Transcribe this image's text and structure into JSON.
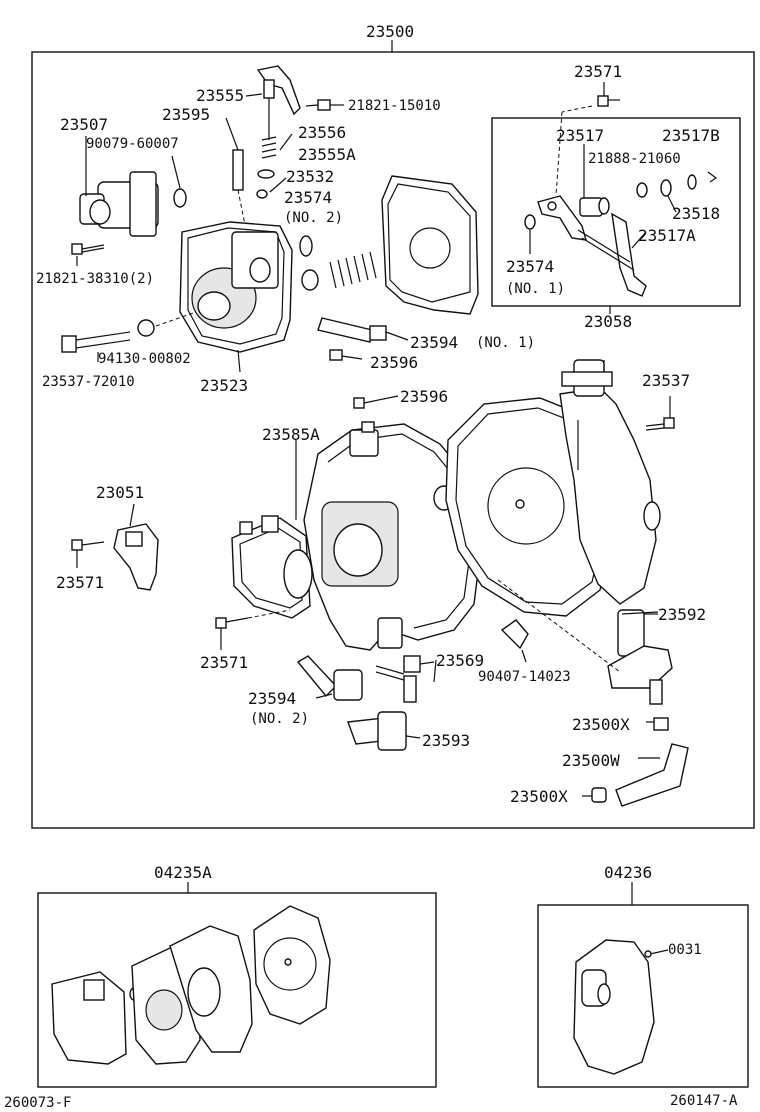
{
  "labels": {
    "main_assembly": "23500",
    "kit_left": "04235A",
    "kit_right": "04236",
    "sub_assembly": "23058",
    "footer_left": "260073-F",
    "footer_right": "260147-A",
    "p23571_top": "23571",
    "p23517": "23517",
    "p23517b": "23517B",
    "p21888_21060": "21888-21060",
    "p23518": "23518",
    "p23517a": "23517A",
    "p23574_no1": "23574",
    "no1": "(NO. 1)",
    "p23555": "23555",
    "p21821_15010": "21821-15010",
    "p23595": "23595",
    "p23556": "23556",
    "p23507": "23507",
    "p90079_60007": "90079-60007",
    "p23555a": "23555A",
    "p23532": "23532",
    "p23574_no2": "23574",
    "no2_a": "(NO. 2)",
    "p21821_38310": "21821-38310(2)",
    "p23594_no1": "23594",
    "no1_b": "(NO. 1)",
    "p94130_00802": "94130-00802",
    "p23596_a": "23596",
    "p23537_72010": "23537-72010",
    "p23523": "23523",
    "p23596_b": "23596",
    "p23537": "23537",
    "p23585a": "23585A",
    "p23051": "23051",
    "p23571_mid": "23571",
    "p23571_low": "23571",
    "p23592": "23592",
    "p23569": "23569",
    "p23594_no2": "23594",
    "no2_b": "(NO. 2)",
    "p90407_14023": "90407-14023",
    "p23500x_a": "23500X",
    "p23593": "23593",
    "p23500w": "23500W",
    "p23500x_b": "23500X",
    "kit_part_0031": "0031"
  }
}
